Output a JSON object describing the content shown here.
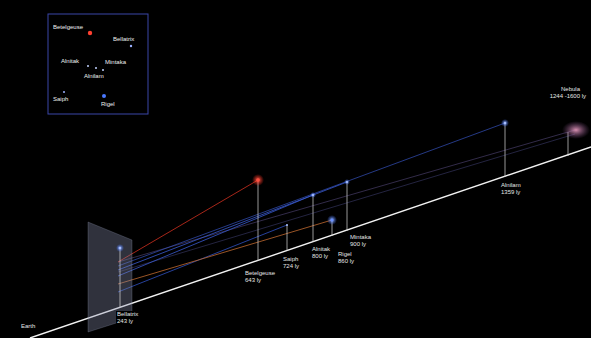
{
  "diagram": {
    "labels": [
      "Betelgeuse",
      "Bellatrix",
      "Alnitak",
      "Mintaka",
      "Alnilam",
      "Saiph",
      "Rigel",
      "Earth",
      "Bellatrix",
      "243 ly",
      "Betelgeuse",
      "643 ly",
      "Saiph",
      "724 ly",
      "Alnitak",
      "800 ly",
      "Mintaka",
      "900 ly",
      "Rigel",
      "860 ly",
      "Alnilam",
      "1359 ly",
      "Nebula",
      "1244 -1600 ly"
    ]
  }
}
